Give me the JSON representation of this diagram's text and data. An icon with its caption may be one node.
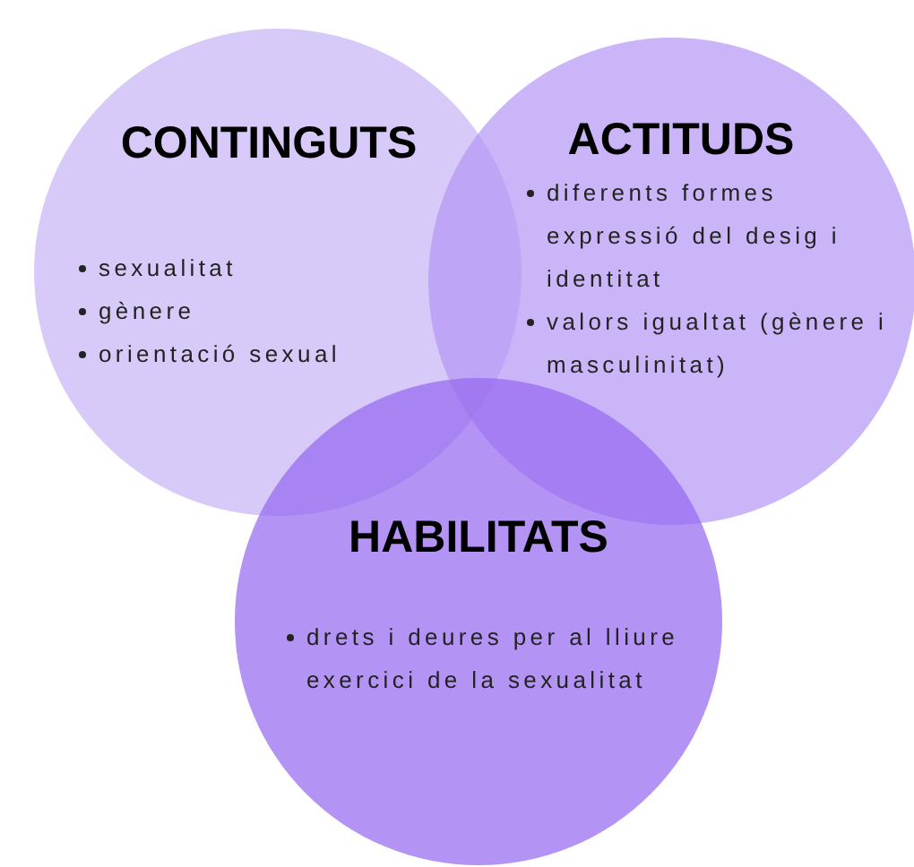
{
  "diagram": {
    "nodes": [
      {
        "text": [
          "CONTINGUTS",
          "sexualitat",
          "gènere",
          "orientació sexual"
        ]
      },
      {
        "text": [
          "ACTITUDS",
          "diferents formes expressió del desig i identitat",
          "valors igualtat (gènere i masculinitat)"
        ]
      },
      {
        "text": [
          "HABILITATS",
          "drets i deures per al lliure exercici de la sexualitat"
        ]
      }
    ]
  }
}
